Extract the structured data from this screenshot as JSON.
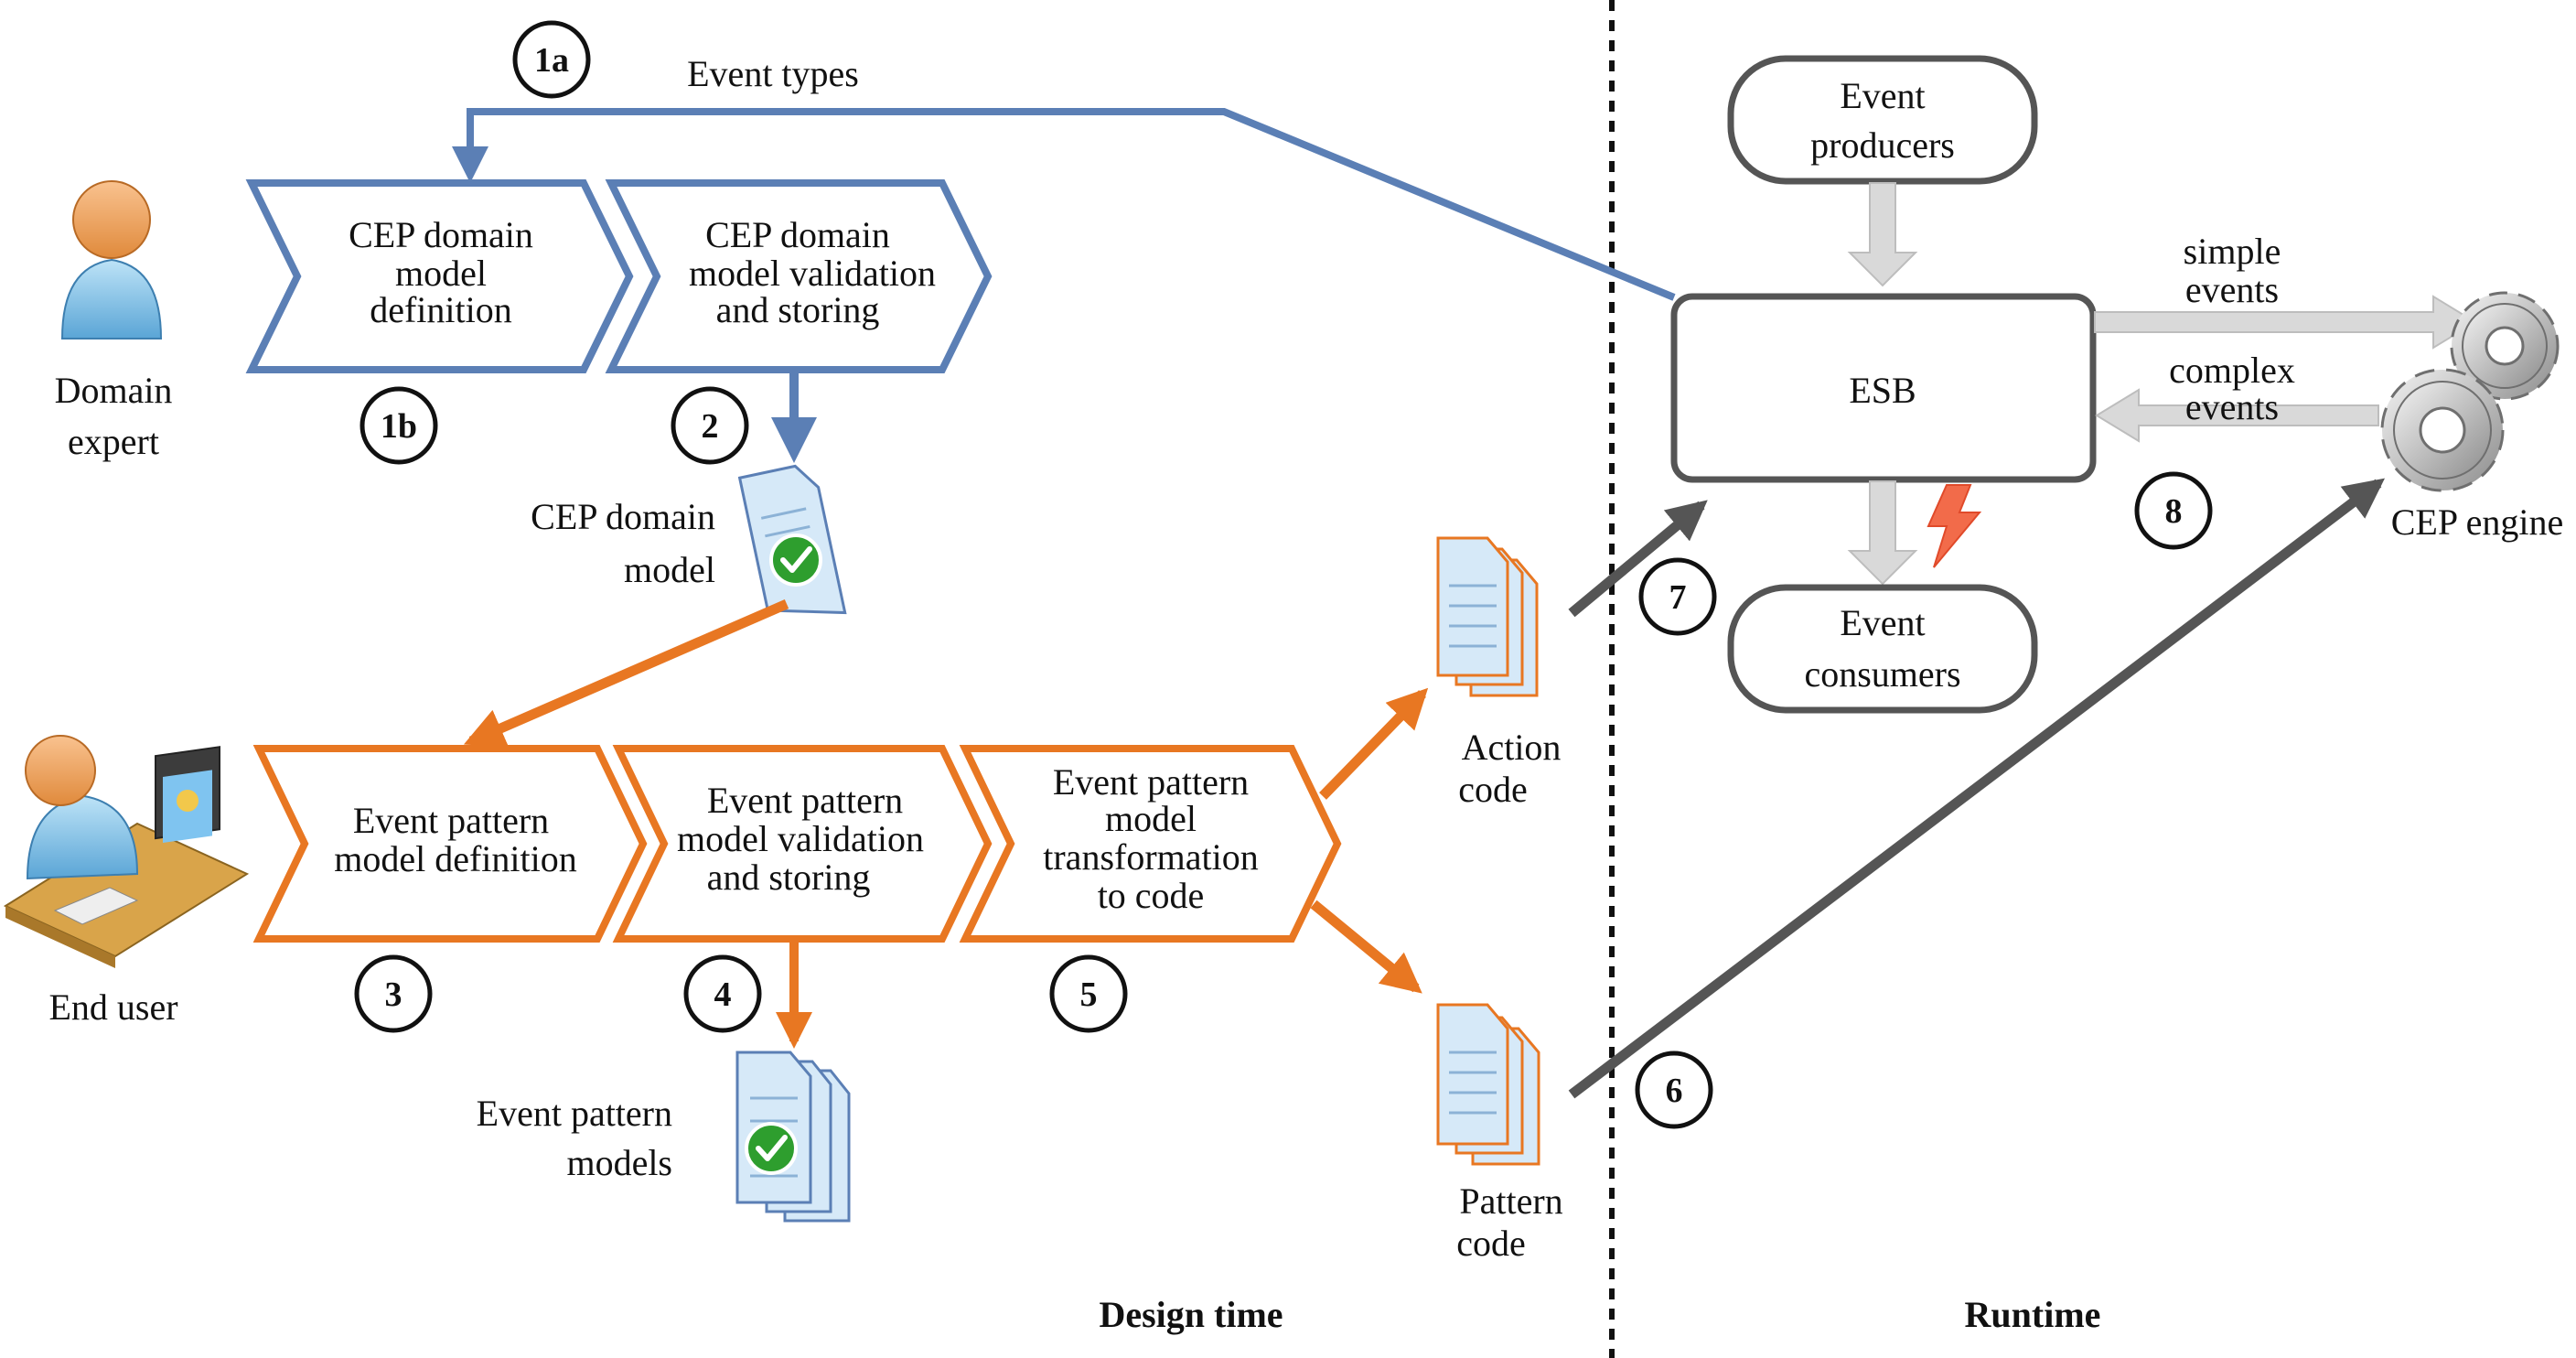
{
  "colors": {
    "blue": "#5b7fb5",
    "orange": "#e87722",
    "dark_gray": "#555555",
    "light_gray": "#d9d9d9",
    "doc_fill": "#d6e9f8",
    "check_green": "#2e9e2e"
  },
  "actors": {
    "domain_expert": {
      "line1": "Domain",
      "line2": "expert"
    },
    "end_user": {
      "label": "End user"
    }
  },
  "chevrons": {
    "c1b": {
      "lines": [
        "CEP domain",
        "model",
        "definition"
      ]
    },
    "c2": {
      "lines": [
        "CEP domain",
        "model validation",
        "and storing"
      ]
    },
    "c3": {
      "lines": [
        "Event pattern",
        "model definition"
      ]
    },
    "c4": {
      "lines": [
        "Event pattern",
        "model validation",
        "and storing"
      ]
    },
    "c5": {
      "lines": [
        "Event pattern",
        "model",
        "transformation",
        "to code"
      ]
    }
  },
  "artifacts": {
    "domain_model": {
      "line1": "CEP domain",
      "line2": "model"
    },
    "pattern_models": {
      "line1": "Event pattern",
      "line2": "models"
    },
    "action_code": {
      "line1": "Action",
      "line2": "code"
    },
    "pattern_code": {
      "line1": "Pattern",
      "line2": "code"
    }
  },
  "runtime": {
    "producers": {
      "line1": "Event",
      "line2": "producers"
    },
    "esb": "ESB",
    "consumers": {
      "line1": "Event",
      "line2": "consumers"
    },
    "engine": "CEP engine",
    "simple_events": {
      "line1": "simple",
      "line2": "events"
    },
    "complex_events": {
      "line1": "complex",
      "line2": "events"
    }
  },
  "flow_labels": {
    "event_types": "Event types"
  },
  "steps": {
    "s1a": "1a",
    "s1b": "1b",
    "s2": "2",
    "s3": "3",
    "s4": "4",
    "s5": "5",
    "s6": "6",
    "s7": "7",
    "s8": "8"
  },
  "sections": {
    "design_time": "Design time",
    "runtime": "Runtime"
  }
}
